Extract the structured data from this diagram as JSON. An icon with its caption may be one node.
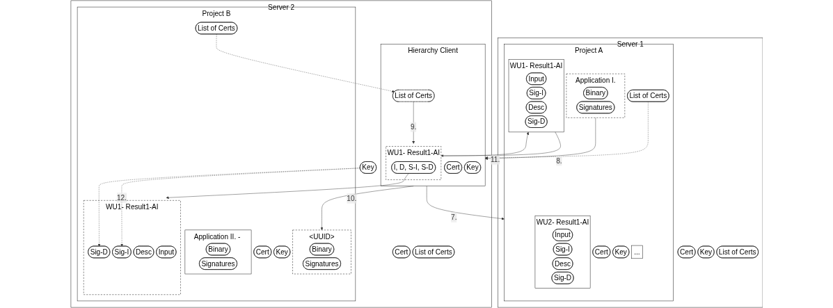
{
  "diagram": {
    "nodes": [
      {
        "text": [
          "Server 1"
        ]
      },
      {
        "text": [
          "Cert"
        ],
        "in": 0
      },
      {
        "text": [
          "Key"
        ],
        "in": 0
      },
      {
        "text": [
          "List of Certs"
        ],
        "in": 0
      },
      {
        "text": [
          "Project A"
        ],
        "in": 0
      },
      {
        "text": [
          "Cert"
        ],
        "in": 4
      },
      {
        "text": [
          "Key"
        ],
        "in": 4
      },
      {
        "text": [
          "List of Certs"
        ],
        "in": 4
      },
      {
        "text": [
          "Application I."
        ],
        "in": 4
      },
      {
        "text": [
          "Binary"
        ],
        "in": 8
      },
      {
        "text": [
          "Signatures"
        ],
        "in": 8
      },
      {
        "text": [
          "WU1- Result1-AI"
        ],
        "in": 4
      },
      {
        "text": [
          "Input"
        ],
        "in": 11
      },
      {
        "text": [
          "Sig-I"
        ],
        "in": 11
      },
      {
        "text": [
          "Desc"
        ],
        "in": 11
      },
      {
        "text": [
          "Sig-D"
        ],
        "in": 11
      },
      {
        "text": [
          "WU2- Result1-AI"
        ],
        "in": 4
      },
      {
        "text": [
          "Input"
        ],
        "in": 16
      },
      {
        "text": [
          "Sig-I"
        ],
        "in": 16
      },
      {
        "text": [
          "Desc"
        ],
        "in": 16
      },
      {
        "text": [
          "Sig-D"
        ],
        "in": 16
      },
      {
        "text": [
          "..."
        ],
        "in": 4
      },
      {
        "text": [
          "Server 2"
        ]
      },
      {
        "text": [
          "Cert"
        ],
        "in": 22
      },
      {
        "text": [
          "Key"
        ],
        "in": 22
      },
      {
        "text": [
          "List of Certs"
        ],
        "in": 22
      },
      {
        "text": [
          "Hierarchy Client"
        ],
        "in": 22
      },
      {
        "text": [
          "Cert"
        ],
        "in": 26
      },
      {
        "text": [
          "Key"
        ],
        "in": 26
      },
      {
        "text": [
          "List of Certs"
        ],
        "in": 26
      },
      {
        "text": [
          "WU1- Result1-AI"
        ],
        "in": 26
      },
      {
        "text": [
          "I, D, S-I, S-D"
        ],
        "in": 30
      },
      {
        "text": [
          "Project B"
        ],
        "in": 22
      },
      {
        "text": [
          "Cert"
        ],
        "in": 32
      },
      {
        "text": [
          "Key"
        ],
        "in": 32
      },
      {
        "text": [
          "List of Certs"
        ],
        "in": 32
      },
      {
        "text": [
          "Application II. - Local"
        ],
        "in": 32
      },
      {
        "text": [
          "Binary"
        ],
        "in": 36
      },
      {
        "text": [
          "Signatures"
        ],
        "in": 36
      },
      {
        "text": [
          "<UUID>"
        ],
        "in": 32
      },
      {
        "text": [
          "Binary"
        ],
        "in": 39
      },
      {
        "text": [
          "Signatures"
        ],
        "in": 39
      },
      {
        "text": [
          "WU1- Result1-AI"
        ],
        "in": 32
      },
      {
        "text": [
          "Input"
        ],
        "in": 42
      },
      {
        "text": [
          "Sig-I"
        ],
        "in": 42
      },
      {
        "text": [
          "Desc"
        ],
        "in": 42
      },
      {
        "text": [
          "Sig-D"
        ],
        "in": 42
      }
    ],
    "edges": [
      {
        "from": 26,
        "to": 4,
        "arrow": "to",
        "label": "7."
      },
      {
        "from": 7,
        "to": 26,
        "arrow": "to",
        "style": "dashed"
      },
      {
        "from": 8,
        "to": 26,
        "arrow": "to",
        "label": "8."
      },
      {
        "from": 26,
        "to": 39,
        "arrow": "to",
        "label": "10."
      },
      {
        "from": 29,
        "to": 30,
        "arrow": "to",
        "label": "9."
      },
      {
        "from": 30,
        "to": 11,
        "arrow": "to",
        "label": "11."
      },
      {
        "from": 11,
        "to": 30,
        "arrow": "to"
      },
      {
        "from": 31,
        "to": 42,
        "arrow": "to"
      },
      {
        "from": 35,
        "to": 29,
        "arrow": "to",
        "style": "dashed"
      },
      {
        "from": 24,
        "to": 44,
        "arrow": "to",
        "style": "dashed",
        "label": "12."
      },
      {
        "from": 24,
        "to": 46,
        "arrow": "to",
        "style": "dashed"
      }
    ]
  }
}
